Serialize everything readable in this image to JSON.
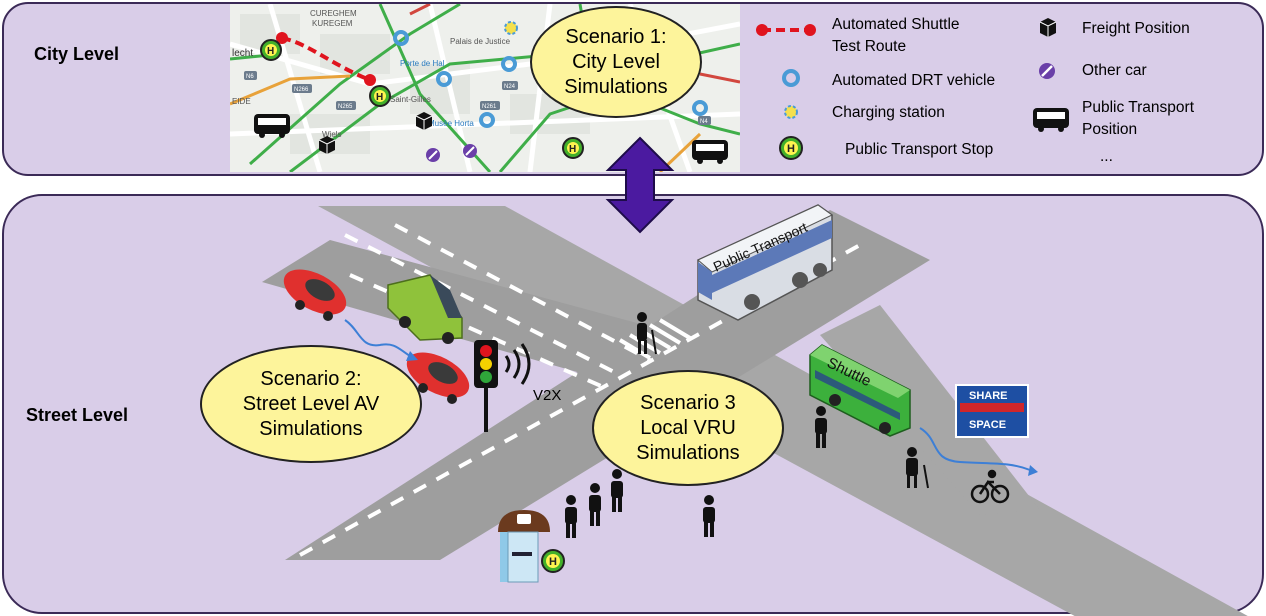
{
  "levels": {
    "city": "City Level",
    "street": "Street Level"
  },
  "scenarios": {
    "s1": "Scenario 1:\nCity Level\nSimulations",
    "s2": "Scenario 2:\nStreet Level AV\nSimulations",
    "s3": "Scenario 3\nLocal VRU\nSimulations"
  },
  "legend": {
    "shuttle_route": "Automated Shuttle\nTest Route",
    "drt_vehicle": "Automated DRT vehicle",
    "charging_station": "Charging station",
    "pt_stop": "Public Transport Stop",
    "freight": "Freight Position",
    "other_car": "Other car",
    "pt_position": "Public Transport\nPosition",
    "ellipsis": "..."
  },
  "map_labels": {
    "district1": "CUREGHEM",
    "district2": "KUREGEM",
    "justice": "Palais de Justice",
    "porte": "Porte de Hal",
    "st_gilles": "Saint-Gilles",
    "horta": "Musée Horta",
    "wiels": "Wiels",
    "echt": "lecht",
    "ide": "EIDE",
    "road_n266": "N266",
    "road_n265": "N265",
    "road_n261": "N261",
    "road_n24": "N24",
    "road_n6": "N6",
    "road_n4": "N4"
  },
  "street_labels": {
    "public_transport": "Public Transport",
    "shuttle": "Shuttle",
    "v2x": "V2X",
    "share": "SHARE",
    "space": "SPACE",
    "stop_h": "H"
  },
  "colors": {
    "panel_fill": "#d9cde8",
    "panel_border": "#3b2a57",
    "ellipse_fill": "#fdf49b",
    "arrow": "#4b1aa0",
    "route": "#e0141e",
    "drt": "#4a9bd6",
    "stop_green": "#43b02a",
    "other_car": "#6a3fa8"
  }
}
